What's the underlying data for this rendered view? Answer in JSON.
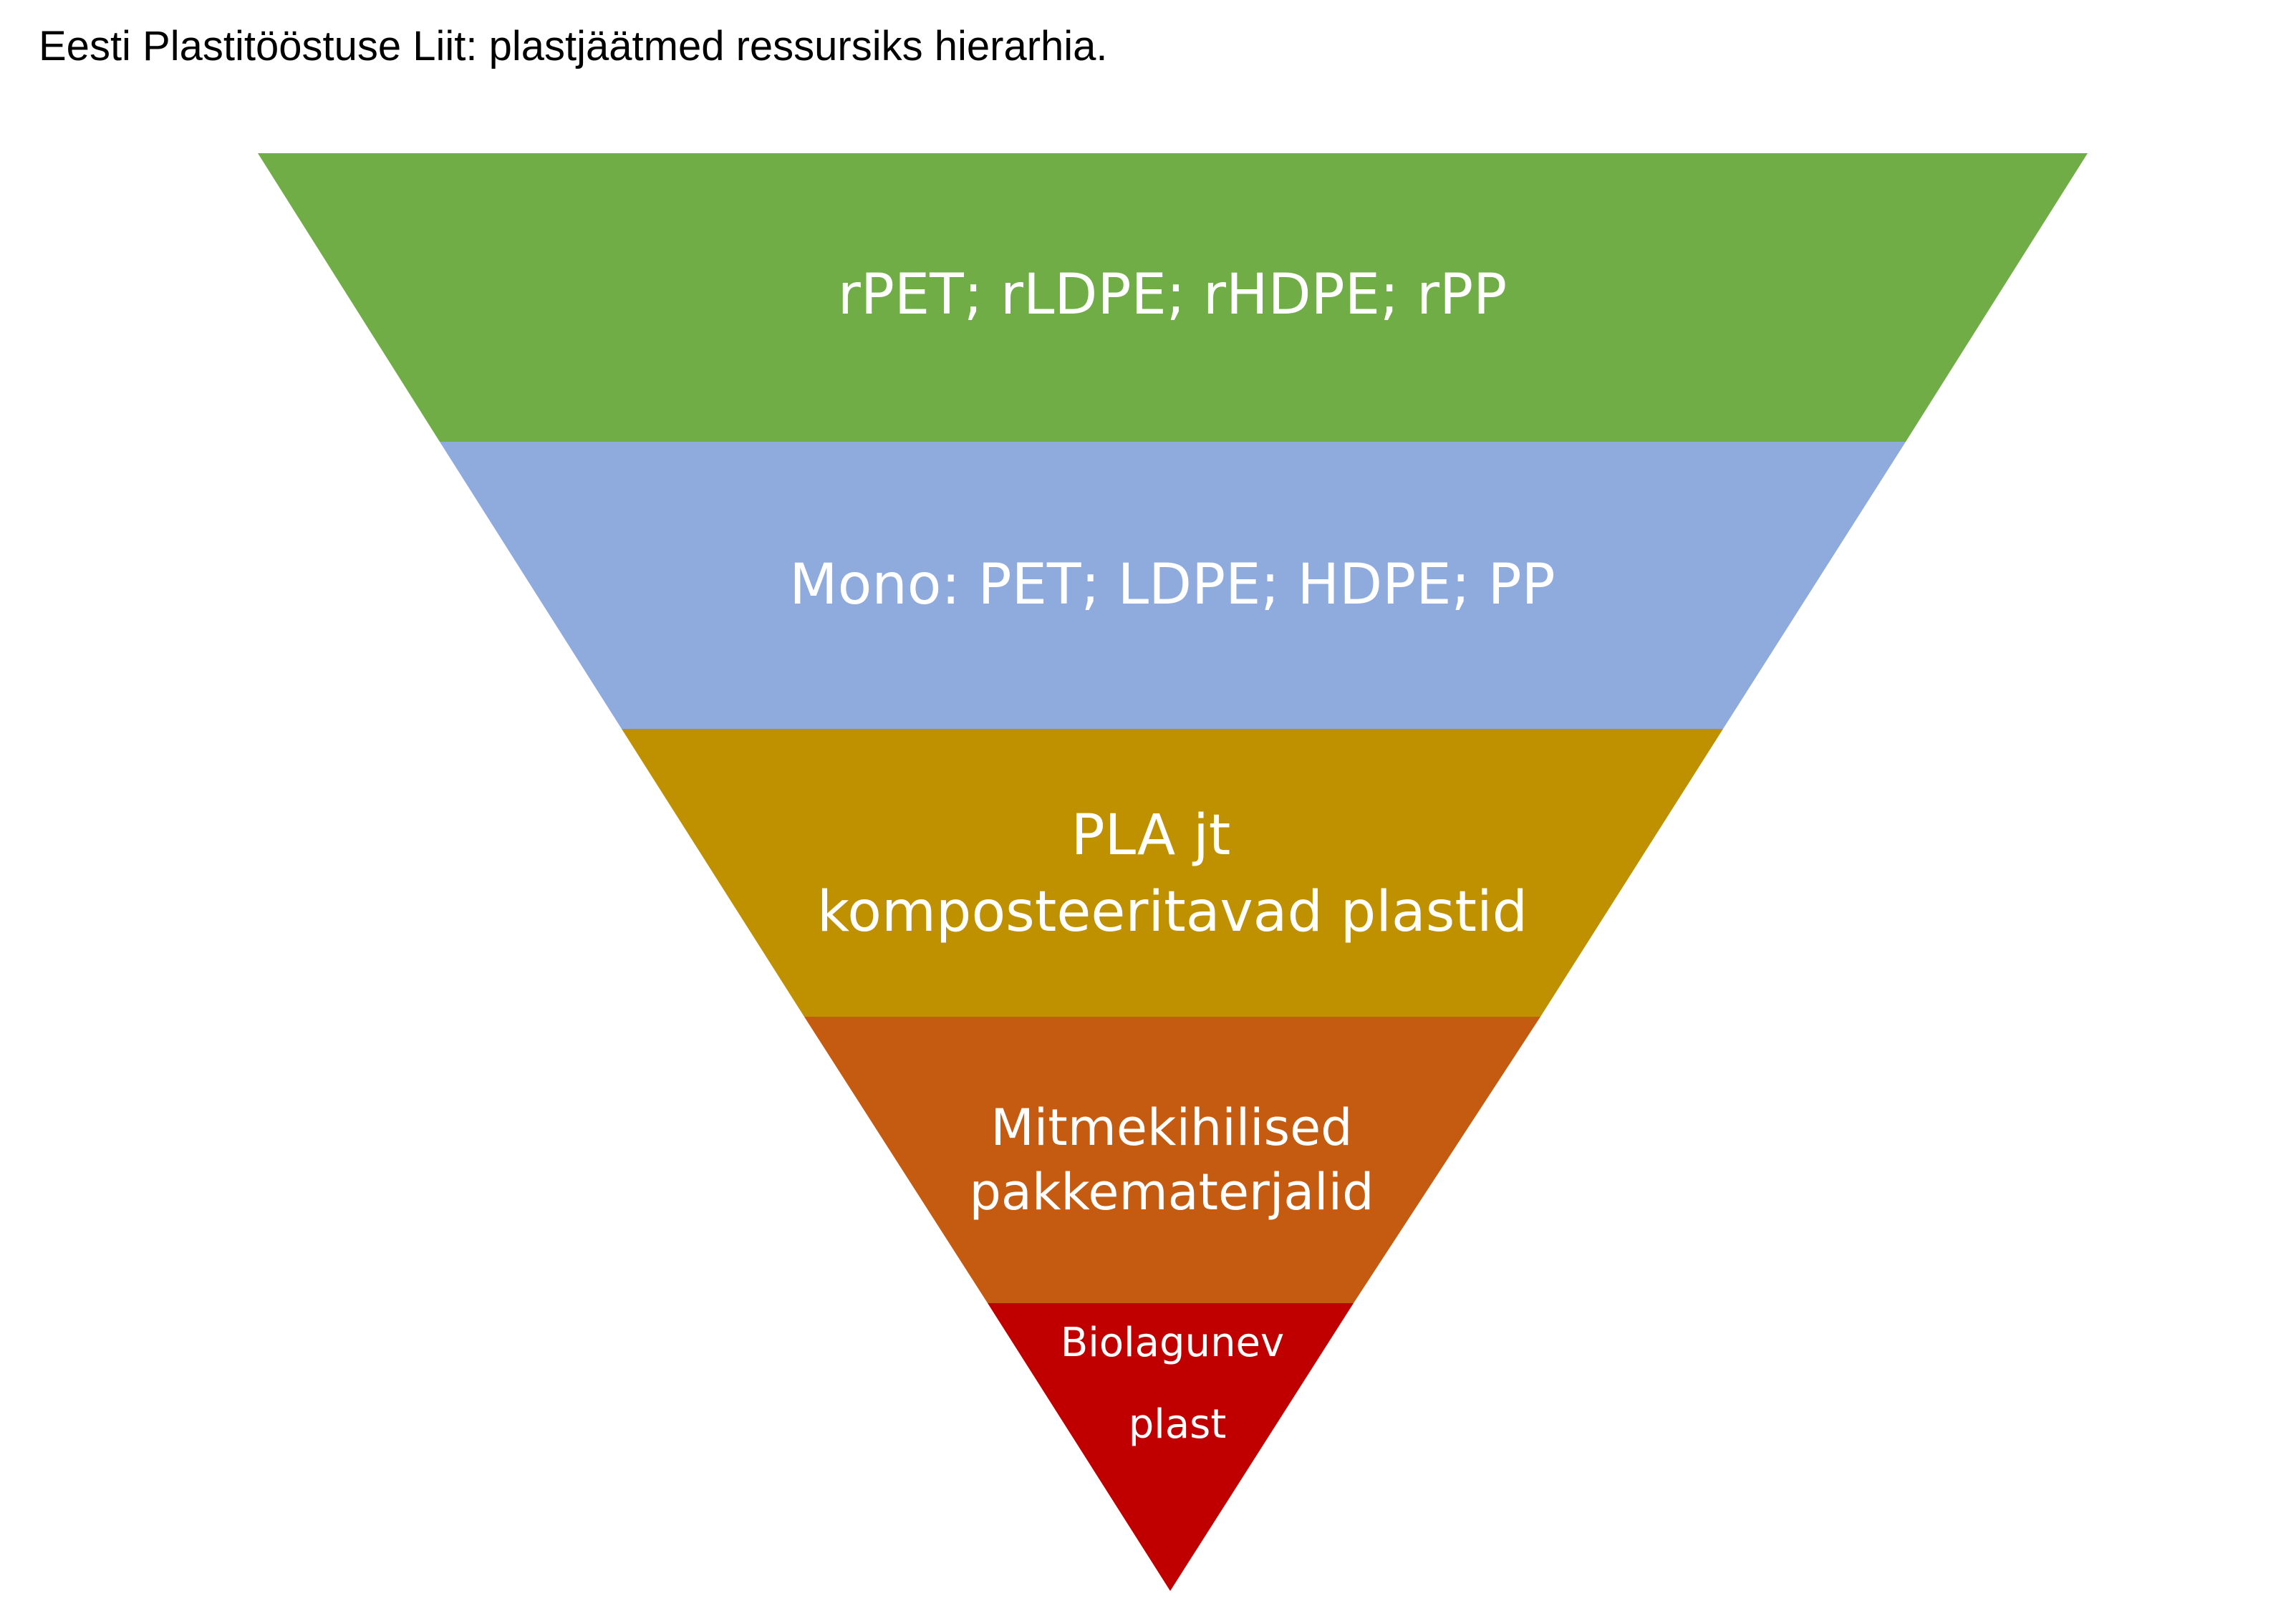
{
  "title": "Eesti Plastitööstuse Liit: plastjäätmed ressursiks hierarhia.",
  "levels": [
    {
      "lines": [
        "rPET; rLDPE; rHDPE; rPP"
      ],
      "color": "#70ad47"
    },
    {
      "lines": [
        "Mono: PET; LDPE; HDPE; PP"
      ],
      "color": "#8faadc"
    },
    {
      "lines": [
        "PLA jt",
        "komposteeritavad plastid"
      ],
      "color": "#bf9000"
    },
    {
      "lines": [
        "Mitmekihilised",
        "pakkematerjalid"
      ],
      "color": "#c55a11"
    },
    {
      "lines": [
        "Biolagunev",
        "plast"
      ],
      "color": "#c00000"
    }
  ]
}
